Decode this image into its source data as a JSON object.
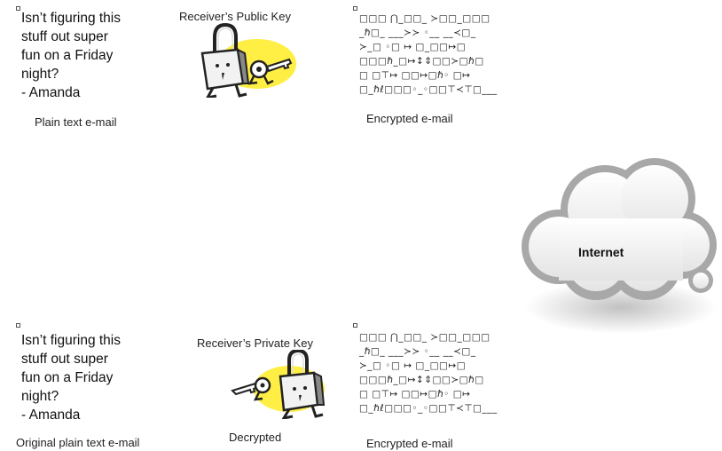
{
  "top": {
    "message": "Isn’t figuring this\nstuff out super\nfun on a Friday\nnight?\n - Amanda",
    "plain_caption": "Plain text e-mail",
    "key_label": "Receiver’s Public Key",
    "cipher": "□□□ ⋂_□□_ ≻□□_□□□\n_ℏ□_ ___≻≻ ◦__ __≺□_\n≻_□ ◦□ ↦ □_□□↦□\n□□□ℏ_□↦↕⇕□□≻□ℏ□\n□ □⊤↦ □□↦□ℏ◦ □↦\n□_ℏℓ□□□◦_◦□□⊤≺⊤□___",
    "encrypted_caption": "Encrypted e-mail"
  },
  "cloud": {
    "label": "Internet"
  },
  "bottom": {
    "message": "Isn’t figuring this\nstuff out super\nfun on a Friday\nnight?\n - Amanda",
    "plain_caption": "Original plain text e-mail",
    "key_label": "Receiver’s Private Key",
    "decrypted_caption": "Decrypted",
    "cipher": "□□□ ⋂_□□_ ≻□□_□□□\n_ℏ□_ ___≻≻ ◦__ __≺□_\n≻_□ ◦□ ↦ □_□□↦□\n□□□ℏ_□↦↕⇕□□≻□ℏ□\n□ □⊤↦ □□↦□ℏ◦ □↦\n□_ℏℓ□□□◦_◦□□⊤≺⊤□___",
    "encrypted_caption": "Encrypted e-mail"
  },
  "colors": {
    "highlight": "#ffee44",
    "cloud_fill": "#eeeeee",
    "cloud_stroke": "#999999",
    "shadow": "#bbbbbb"
  },
  "icons": [
    "padlock-key-icon",
    "cloud-icon"
  ]
}
